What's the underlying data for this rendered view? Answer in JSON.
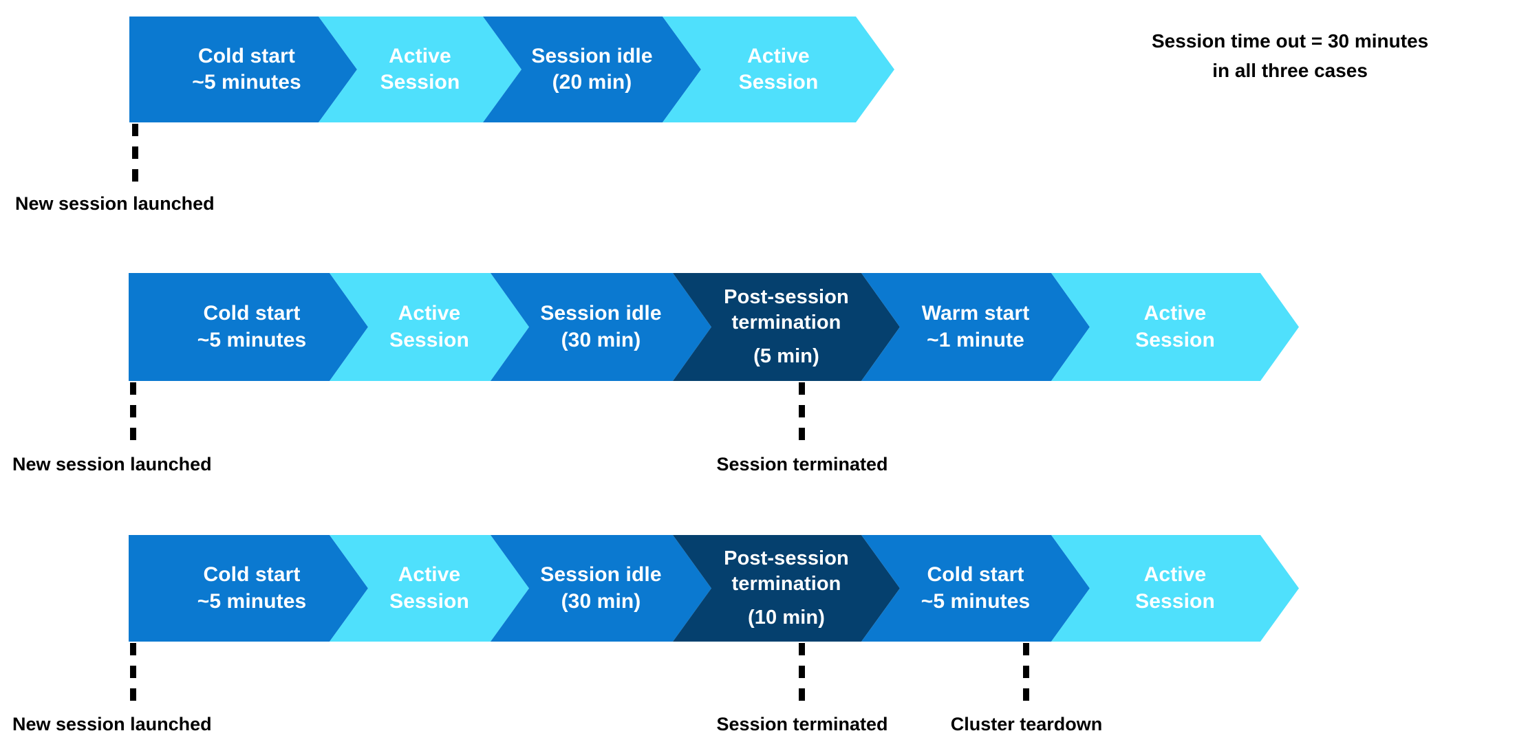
{
  "diagram": {
    "title_note": {
      "line1": "Session time out = 30 minutes",
      "line2": "in all three cases"
    },
    "rows": [
      {
        "id": "case-1",
        "blocks": [
          {
            "kind": "cold-start",
            "color": "#0B79D0",
            "lines": [
              "Cold start",
              "~5 minutes"
            ]
          },
          {
            "kind": "active-session",
            "color": "#4FE0FC",
            "lines": [
              "Active",
              "Session"
            ]
          },
          {
            "kind": "session-idle",
            "color": "#0B79D0",
            "lines": [
              "Session idle",
              "(20 min)"
            ]
          },
          {
            "kind": "active-session",
            "color": "#4FE0FC",
            "lines": [
              "Active",
              "Session"
            ]
          }
        ],
        "markers": [
          {
            "label": "New session launched"
          }
        ]
      },
      {
        "id": "case-2",
        "blocks": [
          {
            "kind": "cold-start",
            "color": "#0B79D0",
            "lines": [
              "Cold start",
              "~5 minutes"
            ]
          },
          {
            "kind": "active-session",
            "color": "#4FE0FC",
            "lines": [
              "Active",
              "Session"
            ]
          },
          {
            "kind": "session-idle",
            "color": "#0B79D0",
            "lines": [
              "Session idle",
              "(30 min)"
            ]
          },
          {
            "kind": "post-session-termination",
            "color": "#05406E",
            "lines": [
              "Post-session",
              "termination",
              "(5 min)"
            ]
          },
          {
            "kind": "warm-start",
            "color": "#0B79D0",
            "lines": [
              "Warm start",
              "~1 minute"
            ]
          },
          {
            "kind": "active-session",
            "color": "#4FE0FC",
            "lines": [
              "Active",
              "Session"
            ]
          }
        ],
        "markers": [
          {
            "label": "New session launched"
          },
          {
            "label": "Session terminated"
          }
        ]
      },
      {
        "id": "case-3",
        "blocks": [
          {
            "kind": "cold-start",
            "color": "#0B79D0",
            "lines": [
              "Cold start",
              "~5 minutes"
            ]
          },
          {
            "kind": "active-session",
            "color": "#4FE0FC",
            "lines": [
              "Active",
              "Session"
            ]
          },
          {
            "kind": "session-idle",
            "color": "#0B79D0",
            "lines": [
              "Session idle",
              "(30 min)"
            ]
          },
          {
            "kind": "post-session-termination",
            "color": "#05406E",
            "lines": [
              "Post-session",
              "termination",
              "(10 min)"
            ]
          },
          {
            "kind": "cold-start",
            "color": "#0B79D0",
            "lines": [
              "Cold start",
              "~5 minutes"
            ]
          },
          {
            "kind": "active-session",
            "color": "#4FE0FC",
            "lines": [
              "Active",
              "Session"
            ]
          }
        ],
        "markers": [
          {
            "label": "New session launched"
          },
          {
            "label": "Session terminated"
          },
          {
            "label": "Cluster teardown"
          }
        ]
      }
    ],
    "colors": {
      "blue": "#0B79D0",
      "cyan": "#4FE0FC",
      "navy": "#05406E",
      "text_on_shape": "#FFFFFF",
      "label_text": "#000000",
      "background": "#FFFFFF"
    }
  }
}
